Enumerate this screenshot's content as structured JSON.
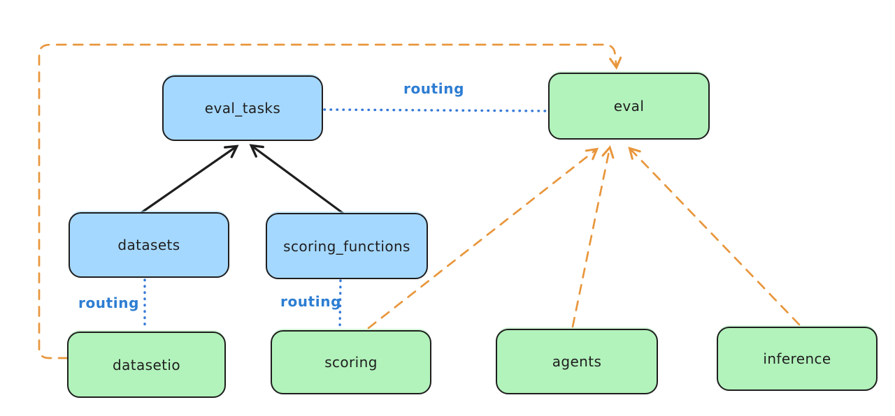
{
  "diagram": {
    "background": "#ffffff",
    "colors": {
      "registry_fill": "#a5d8ff",
      "api_fill": "#b2f2bb",
      "box_stroke": "#1e1e1e",
      "dependency_line": "#1e1e1e",
      "routing_line": "#3579d8",
      "routing_label": "#2d7dd2",
      "provider_line": "#e8963c"
    },
    "nodes": {
      "eval_tasks": {
        "label": "eval_tasks",
        "kind": "registry-blue"
      },
      "eval": {
        "label": "eval",
        "kind": "api-green"
      },
      "datasets": {
        "label": "datasets",
        "kind": "registry-blue"
      },
      "scoring_functions": {
        "label": "scoring_functions",
        "kind": "registry-blue"
      },
      "datasetio": {
        "label": "datasetio",
        "kind": "api-green"
      },
      "scoring": {
        "label": "scoring",
        "kind": "api-green"
      },
      "agents": {
        "label": "agents",
        "kind": "api-green"
      },
      "inference": {
        "label": "inference",
        "kind": "api-green"
      }
    },
    "edge_labels": {
      "routing_top": "routing",
      "routing_left": "routing",
      "routing_mid": "routing"
    },
    "edges": [
      {
        "from": "datasets",
        "to": "eval_tasks",
        "style": "solid-black-arrow"
      },
      {
        "from": "scoring_functions",
        "to": "eval_tasks",
        "style": "solid-black-arrow"
      },
      {
        "from": "eval_tasks",
        "to": "eval",
        "style": "dotted-blue",
        "label": "routing"
      },
      {
        "from": "datasets",
        "to": "datasetio",
        "style": "dotted-blue",
        "label": "routing"
      },
      {
        "from": "scoring_functions",
        "to": "scoring",
        "style": "dotted-blue",
        "label": "routing"
      },
      {
        "from": "datasetio",
        "to": "eval",
        "style": "dashed-orange-arrow"
      },
      {
        "from": "scoring",
        "to": "eval",
        "style": "dashed-orange-arrow"
      },
      {
        "from": "agents",
        "to": "eval",
        "style": "dashed-orange-arrow"
      },
      {
        "from": "inference",
        "to": "eval",
        "style": "dashed-orange-arrow"
      }
    ]
  }
}
